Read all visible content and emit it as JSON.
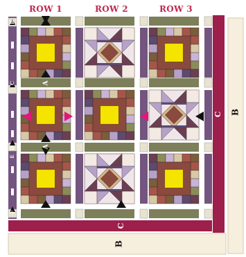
{
  "row_labels": [
    "ROW 1",
    "ROW 2",
    "ROW 3"
  ],
  "border_labels": {
    "outer_right": "B",
    "outer_bottom": "B",
    "inner_right": "C",
    "inner_bottom": "C",
    "sashing": "A",
    "left_strip_markers": [
      "B",
      "C",
      "D",
      "E",
      "F"
    ]
  },
  "colors": {
    "accent_label": "#c0284e",
    "border_b": "#f7efdd",
    "border_c": "#9c1f4c",
    "sashing_olive": "#7d7f5a",
    "sashing_purple": "#73557f",
    "cornerstone": "#e8e2d0",
    "block_brown": "#8a4a3e",
    "block_center": "#f5e400",
    "block_lavender": "#b6a2c8",
    "arrow_black": "#111111",
    "arrow_pink": "#e3167a"
  },
  "blocks": [
    [
      "square-in-square",
      "star",
      "square-in-square"
    ],
    [
      "square-in-square",
      "square-in-square",
      "star"
    ],
    [
      "square-in-square",
      "star",
      "square-in-square"
    ]
  ]
}
